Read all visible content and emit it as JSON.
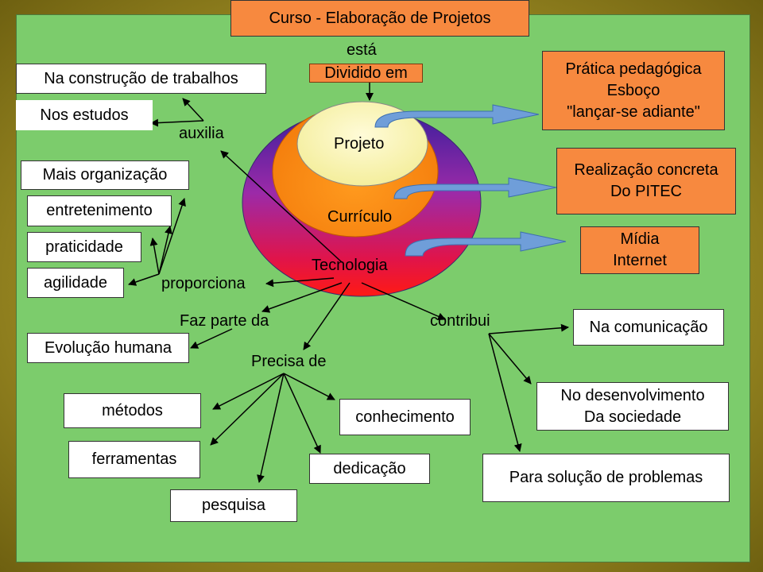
{
  "title": "Curso - Elaboração de Projetos",
  "connector_esta": "está",
  "dividido_em": "Dividido  em",
  "layers": {
    "inner": "Projeto",
    "middle": "Currículo",
    "outer": "Tecnologia"
  },
  "right_boxes": {
    "projeto_box": "Prática pedagógica\nEsboço\n\"lançar-se adiante\"",
    "curriculo_box": "Realização concreta\nDo PITEC",
    "tecnologia_box": "Mídia\nInternet"
  },
  "auxilia": {
    "verb": "auxilia",
    "items": [
      "Na construção de trabalhos",
      "Nos estudos"
    ]
  },
  "proporciona": {
    "verb": "proporciona",
    "items": [
      "Mais organização",
      "entretenimento",
      "praticidade",
      "agilidade"
    ]
  },
  "faz_parte": {
    "verb": "Faz parte da",
    "item": "Evolução humana"
  },
  "precisa": {
    "verb": "Precisa de",
    "items": [
      "métodos",
      "ferramentas",
      "pesquisa",
      "dedicação",
      "conhecimento"
    ]
  },
  "contribui": {
    "verb": "contribui",
    "items": [
      "Na comunicação",
      "No desenvolvimento\nDa sociedade",
      "Para solução de problemas"
    ]
  },
  "colors": {
    "background_green": "#7ccc6c",
    "orange_box": "#f7893f",
    "frame_gold": "#9e8f2a",
    "arrow_blue": "#6f9ed9"
  }
}
